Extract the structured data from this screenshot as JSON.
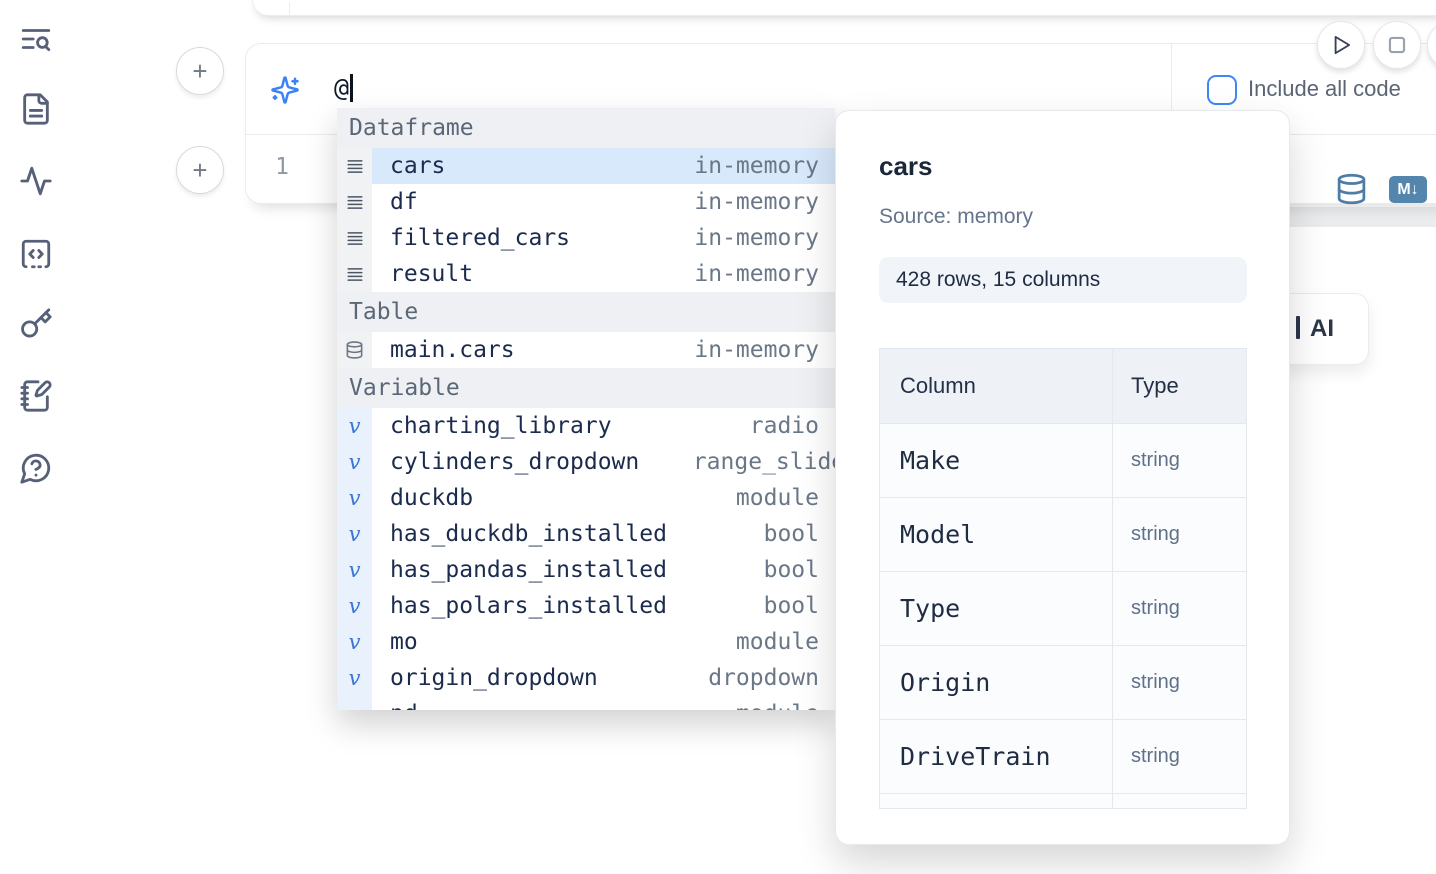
{
  "sidebar": {
    "icons": [
      "text-search-icon",
      "file-text-icon",
      "activity-icon",
      "code-square-icon",
      "key-icon",
      "notebook-pen-icon",
      "help-circle-icon"
    ]
  },
  "prev_cell": {},
  "prompt": {
    "icon": "sparkles-icon",
    "value": "@"
  },
  "run_controls": {
    "icons": [
      "play-icon",
      "stop-icon"
    ]
  },
  "include_all_code": {
    "label": "Include all code",
    "checked": false
  },
  "cell": {
    "line_number": "1",
    "toolbar_icons": [
      "database-icon",
      "markdown-icon"
    ],
    "markdown_badge": "M↓"
  },
  "autocomplete": {
    "sections": [
      {
        "label": "Dataframe",
        "items": [
          {
            "name": "cars",
            "type": "in-memory",
            "icon": "rows-icon",
            "selected": true
          },
          {
            "name": "df",
            "type": "in-memory",
            "icon": "rows-icon"
          },
          {
            "name": "filtered_cars",
            "type": "in-memory",
            "icon": "rows-icon"
          },
          {
            "name": "result",
            "type": "in-memory",
            "icon": "rows-icon"
          }
        ]
      },
      {
        "label": "Table",
        "items": [
          {
            "name": "main.cars",
            "type": "in-memory",
            "icon": "database-small-icon"
          }
        ]
      },
      {
        "label": "Variable",
        "items": [
          {
            "name": "charting_library",
            "type": "radio",
            "icon": "variable-icon"
          },
          {
            "name": "cylinders_dropdown",
            "type": "range_slider",
            "icon": "variable-icon",
            "overflow": true
          },
          {
            "name": "duckdb",
            "type": "module",
            "icon": "variable-icon"
          },
          {
            "name": "has_duckdb_installed",
            "type": "bool",
            "icon": "variable-icon"
          },
          {
            "name": "has_pandas_installed",
            "type": "bool",
            "icon": "variable-icon"
          },
          {
            "name": "has_polars_installed",
            "type": "bool",
            "icon": "variable-icon"
          },
          {
            "name": "mo",
            "type": "module",
            "icon": "variable-icon"
          },
          {
            "name": "origin_dropdown",
            "type": "dropdown",
            "icon": "variable-icon"
          },
          {
            "name": "pd",
            "type": "module",
            "icon": "variable-icon"
          }
        ]
      }
    ]
  },
  "preview": {
    "title": "cars",
    "source": "Source: memory",
    "stats": "428 rows, 15 columns",
    "table": {
      "headers": [
        "Column",
        "Type"
      ],
      "rows": [
        [
          "Make",
          "string"
        ],
        [
          "Model",
          "string"
        ],
        [
          "Type",
          "string"
        ],
        [
          "Origin",
          "string"
        ],
        [
          "DriveTrain",
          "string"
        ]
      ]
    }
  },
  "ai_button": {
    "label": "AI"
  }
}
